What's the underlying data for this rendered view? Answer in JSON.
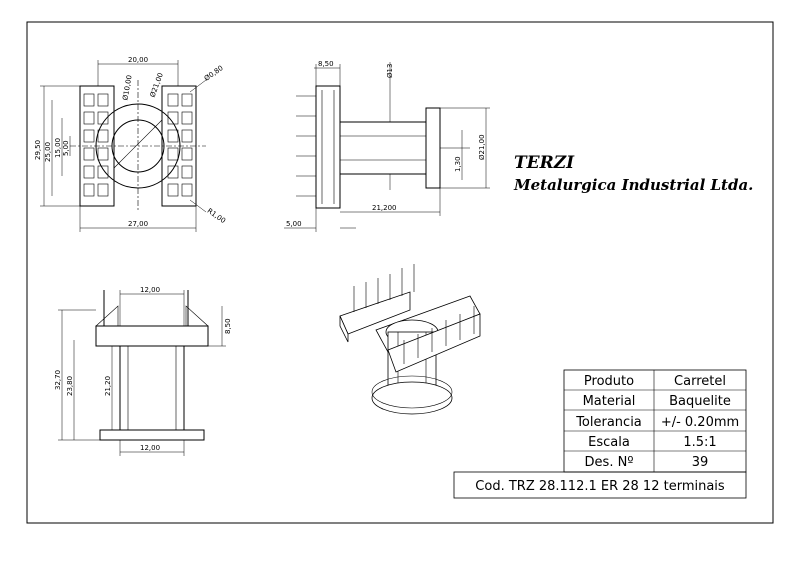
{
  "company": {
    "name": "TERZI",
    "subtitle": "Metalurgica Industrial Ltda."
  },
  "title_block": {
    "rows": [
      {
        "label": "Produto",
        "value": "Carretel"
      },
      {
        "label": "Material",
        "value": "Baquelite"
      },
      {
        "label": "Tolerancia",
        "value": "+/- 0.20mm"
      },
      {
        "label": "Escala",
        "value": "1.5:1"
      },
      {
        "label": "Des. Nº",
        "value": "39"
      }
    ],
    "code": "Cod. TRZ 28.112.1 ER 28 12 terminais"
  },
  "dimensions": {
    "top_view": {
      "width_top": "20,00",
      "diam_inner": "Ø10,00",
      "diam_mid": "Ø21,00",
      "diam_outer": "Ø0,80",
      "height_total": "29,50",
      "height_mid": "25,00",
      "height_inner": "15,00",
      "height_small": "5,00",
      "width_bottom": "27,00",
      "radius": "R1,00"
    },
    "side_view": {
      "flange": "8,50",
      "diam_pin": "Ø13",
      "diam_body": "Ø21,00",
      "gap": "1,30",
      "length": "21,200",
      "pin_offset": "5,00"
    },
    "front_view": {
      "top_width": "12,00",
      "flange_h": "8,50",
      "total_h": "32,70",
      "inner_h": "23,80",
      "tube_h": "21,20",
      "bottom_width": "12,00"
    }
  }
}
